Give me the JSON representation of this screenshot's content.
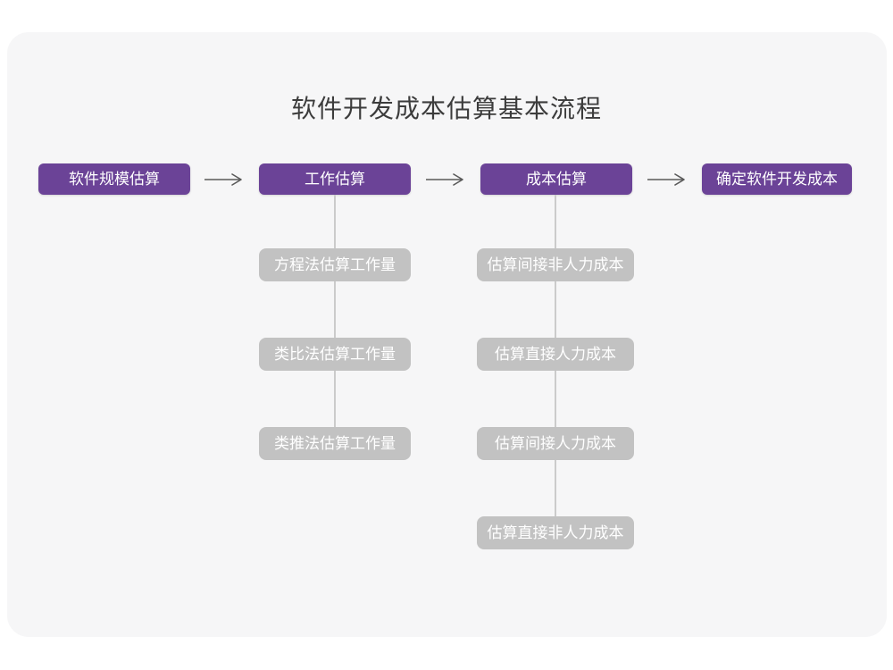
{
  "page": {
    "title": "软件开发成本估算基本流程"
  },
  "colors": {
    "accent": "#6B4397",
    "muted_box": "#C2C2C2",
    "card_bg": "#F6F6F7",
    "page_bg": "#FFFFFF",
    "line": "#CBCBCB",
    "arrow": "#595959",
    "title_text": "#3C3C3C",
    "box_text": "#FFFFFF"
  },
  "flow": {
    "main_nodes": [
      {
        "label": "软件规模估算"
      },
      {
        "label": "工作估算"
      },
      {
        "label": "成本估算"
      },
      {
        "label": "确定软件开发成本"
      }
    ],
    "work_estimation_methods": [
      {
        "label": "方程法估算工作量"
      },
      {
        "label": "类比法估算工作量"
      },
      {
        "label": "类推法估算工作量"
      }
    ],
    "cost_estimation_steps": [
      {
        "label": "估算间接非人力成本"
      },
      {
        "label": "估算直接人力成本"
      },
      {
        "label": "估算间接人力成本"
      },
      {
        "label": "估算直接非人力成本"
      }
    ]
  },
  "icons": {
    "arrow_right": "arrow-right-icon"
  }
}
